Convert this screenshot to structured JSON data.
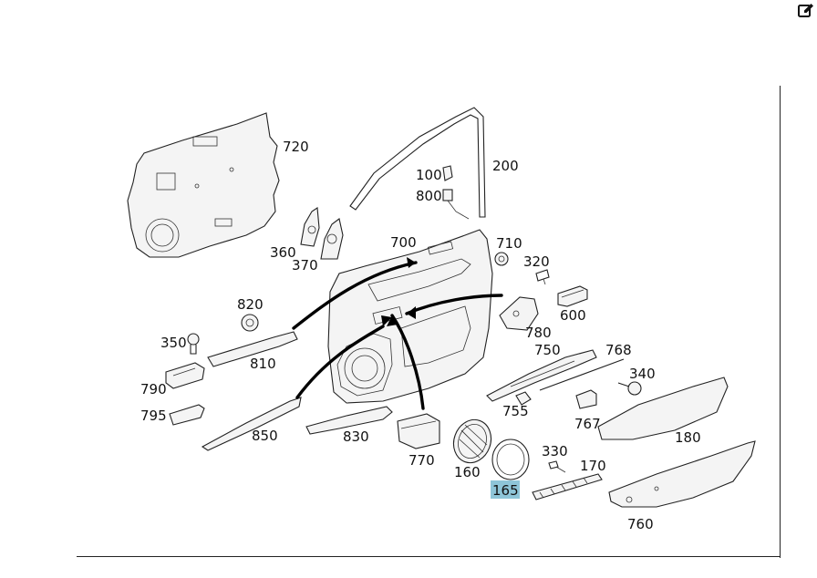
{
  "toolbar": {
    "edit_icon": "edit-icon"
  },
  "callouts": [
    {
      "id": "p720",
      "label": "720"
    },
    {
      "id": "p200",
      "label": "200"
    },
    {
      "id": "p100",
      "label": "100"
    },
    {
      "id": "p800",
      "label": "800"
    },
    {
      "id": "p360",
      "label": "360"
    },
    {
      "id": "p370",
      "label": "370"
    },
    {
      "id": "p700",
      "label": "700"
    },
    {
      "id": "p710",
      "label": "710"
    },
    {
      "id": "p320",
      "label": "320"
    },
    {
      "id": "p600",
      "label": "600"
    },
    {
      "id": "p820",
      "label": "820"
    },
    {
      "id": "p780",
      "label": "780"
    },
    {
      "id": "p350",
      "label": "350"
    },
    {
      "id": "p810",
      "label": "810"
    },
    {
      "id": "p750",
      "label": "750"
    },
    {
      "id": "p768",
      "label": "768"
    },
    {
      "id": "p340",
      "label": "340"
    },
    {
      "id": "p790",
      "label": "790"
    },
    {
      "id": "p755",
      "label": "755"
    },
    {
      "id": "p767",
      "label": "767"
    },
    {
      "id": "p795",
      "label": "795"
    },
    {
      "id": "p180",
      "label": "180"
    },
    {
      "id": "p850",
      "label": "850"
    },
    {
      "id": "p830",
      "label": "830"
    },
    {
      "id": "p770",
      "label": "770"
    },
    {
      "id": "p160",
      "label": "160"
    },
    {
      "id": "p330",
      "label": "330"
    },
    {
      "id": "p170",
      "label": "170"
    },
    {
      "id": "p165",
      "label": "165",
      "highlighted": true
    },
    {
      "id": "p760",
      "label": "760"
    }
  ],
  "colors": {
    "highlight": "#8ec5d8",
    "line": "#222222"
  }
}
